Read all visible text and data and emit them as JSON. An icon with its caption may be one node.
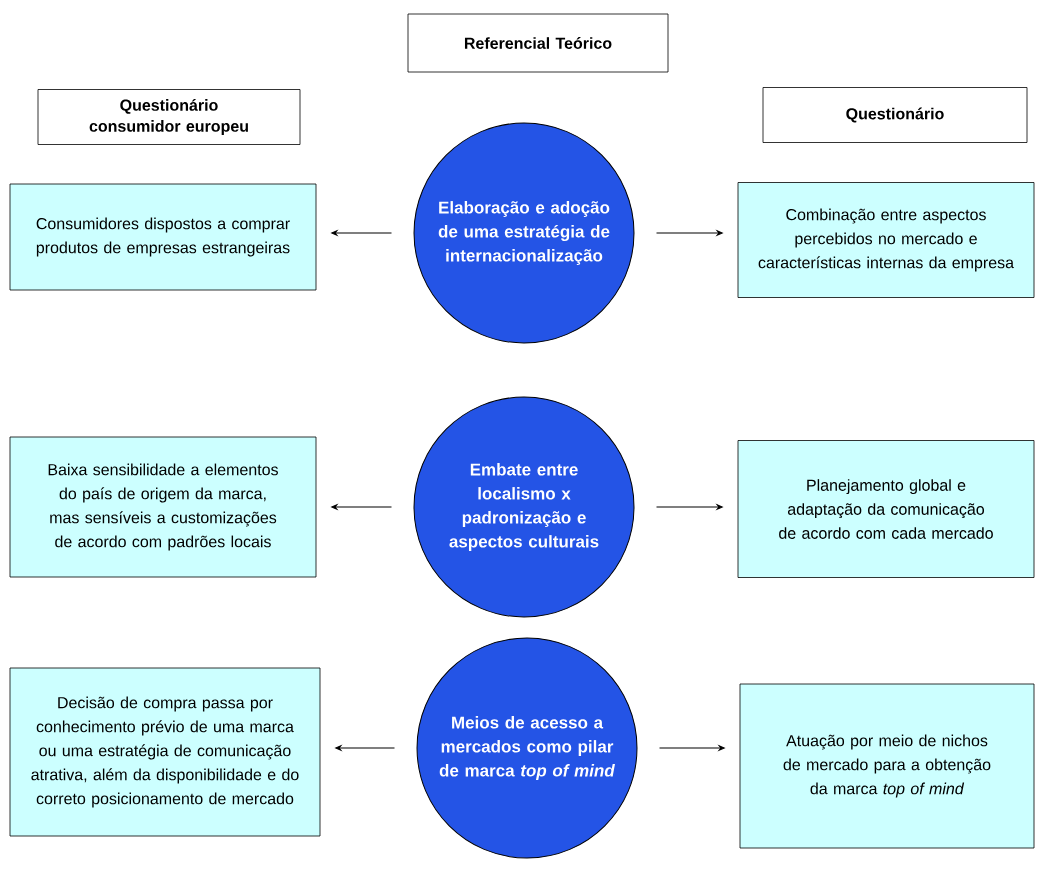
{
  "diagram": {
    "nodes": [
      {
        "text": [
          "Referencial Teórico"
        ]
      },
      {
        "text": [
          "Questionário consumidor europeu"
        ]
      },
      {
        "text": [
          "Questionário"
        ]
      },
      {
        "text": [
          "Consumidores dispostos a comprar produtos de empresas estrangeiras"
        ]
      },
      {
        "text": [
          "Elaboração e adoção de uma estratégia de internacionalização"
        ]
      },
      {
        "text": [
          "Combinação entre aspectos percebidos no mercado e características internas da empresa"
        ]
      },
      {
        "text": [
          "Baixa sensibilidade a elementos do país de origem da marca, mas sensíveis a customizações de acordo com padrões locais"
        ]
      },
      {
        "text": [
          "Embate entre localismo x padronização e aspectos culturais"
        ]
      },
      {
        "text": [
          "Planejamento global e adaptação da comunicação de acordo com cada mercado"
        ]
      },
      {
        "text": [
          "Decisão de compra passa por conhecimento prévio de uma marca ou uma estratégia de comunicação atrativa, além da disponibilidade e do correto posicionamento de mercado"
        ]
      },
      {
        "text": [
          "Meios de acesso a mercados como pilar de marca *top of mind*"
        ]
      },
      {
        "text": [
          "Atuação por meio de nichos de mercado para a obtenção da marca *top of mind*"
        ]
      }
    ],
    "edges": [
      {
        "from": 4,
        "to": 3,
        "arrow": "to"
      },
      {
        "from": 4,
        "to": 5,
        "arrow": "to"
      },
      {
        "from": 7,
        "to": 6,
        "arrow": "to"
      },
      {
        "from": 7,
        "to": 8,
        "arrow": "to"
      },
      {
        "from": 10,
        "to": 9,
        "arrow": "to"
      },
      {
        "from": 10,
        "to": 11,
        "arrow": "to"
      }
    ]
  }
}
